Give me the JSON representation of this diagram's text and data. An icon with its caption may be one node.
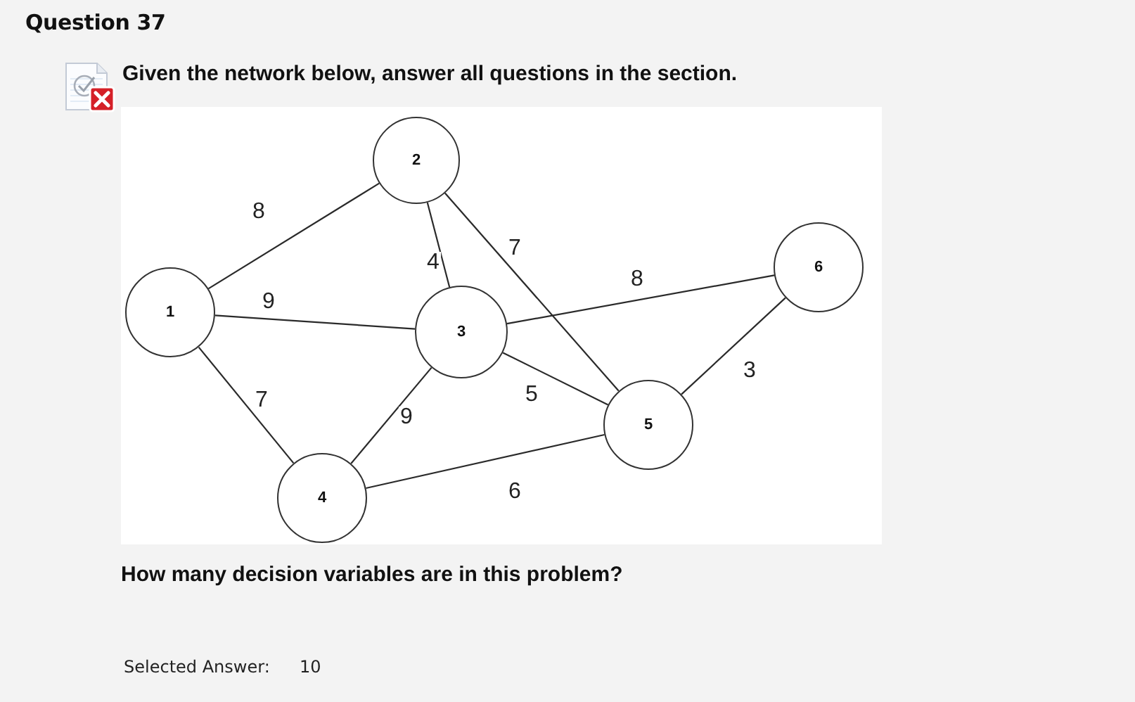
{
  "diagram": {
    "title": "Question 37",
    "nodes": [
      {
        "text": [
          "1"
        ]
      },
      {
        "text": [
          "2"
        ]
      },
      {
        "text": [
          "3"
        ]
      },
      {
        "text": [
          "4"
        ]
      },
      {
        "text": [
          "5"
        ]
      },
      {
        "text": [
          "6"
        ]
      }
    ],
    "edges": [
      {
        "from": 0,
        "to": 1,
        "arrow": "none",
        "label": "8"
      },
      {
        "from": 0,
        "to": 2,
        "arrow": "none",
        "label": "9"
      },
      {
        "from": 0,
        "to": 3,
        "arrow": "none",
        "label": "7"
      },
      {
        "from": 1,
        "to": 2,
        "arrow": "none",
        "label": "4"
      },
      {
        "from": 1,
        "to": 4,
        "arrow": "none",
        "label": "7"
      },
      {
        "from": 2,
        "to": 5,
        "arrow": "none",
        "label": "8"
      },
      {
        "from": 2,
        "to": 4,
        "arrow": "none",
        "label": "5"
      },
      {
        "from": 2,
        "to": 3,
        "arrow": "none",
        "label": "9"
      },
      {
        "from": 3,
        "to": 4,
        "arrow": "none",
        "label": "6"
      },
      {
        "from": 4,
        "to": 5,
        "arrow": "none",
        "label": "3"
      }
    ],
    "labels": [
      "Given the network below, answer all questions in the section.",
      "How many decision variables are in this problem?",
      "Selected Answer:",
      "10"
    ]
  }
}
